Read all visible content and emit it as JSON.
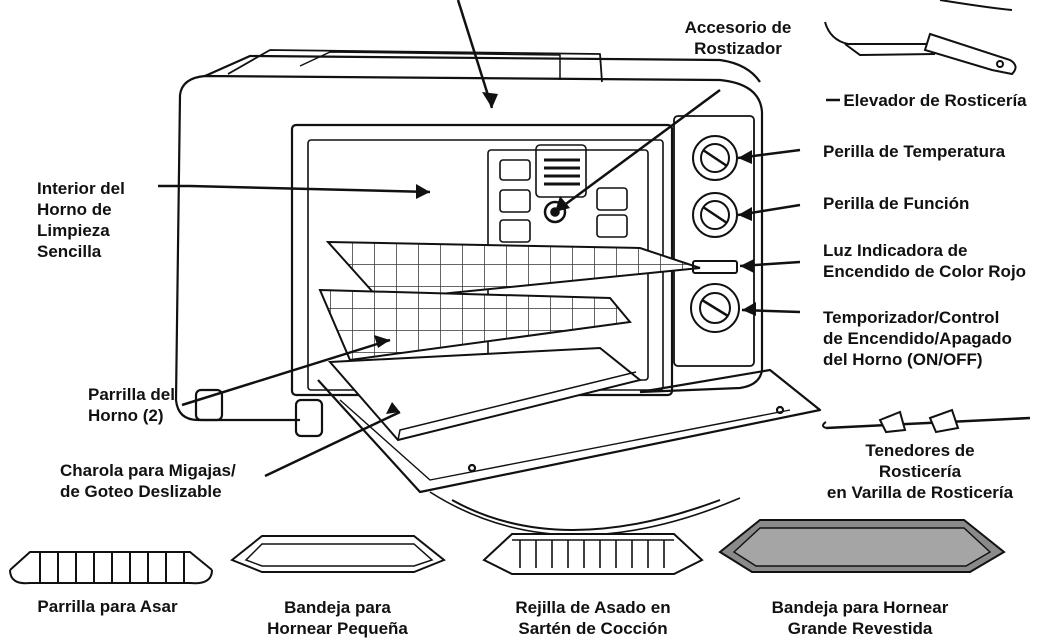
{
  "labels": {
    "rotisserie_accessory": "Accesorio de\nRostizador",
    "rotisserie_lifter": "Elevador de Rosticería",
    "temperature_knob": "Perilla de Temperatura",
    "function_knob": "Perilla de Función",
    "power_light": "Luz Indicadora de\nEncendido de Color Rojo",
    "timer_control": "Temporizador/Control\nde Encendido/Apagado\ndel Horno (ON/OFF)",
    "rotisserie_forks": "Tenedores de\nRosticería\nen Varilla de Rosticería",
    "interior": "Interior del\nHorno de\nLimpieza\nSencilla",
    "oven_rack": "Parrilla del\nHorno (2)",
    "crumb_tray": "Charola para Migajas/\nde Goteo Deslizable",
    "broil_rack": "Parrilla para Asar",
    "small_baking_pan": "Bandeja para\nHornear Pequeña",
    "roasting_rack_pan": "Rejilla de Asado en\nSartén de Cocción",
    "large_baking_pan": "Bandeja para Hornear\nGrande Revestida"
  }
}
